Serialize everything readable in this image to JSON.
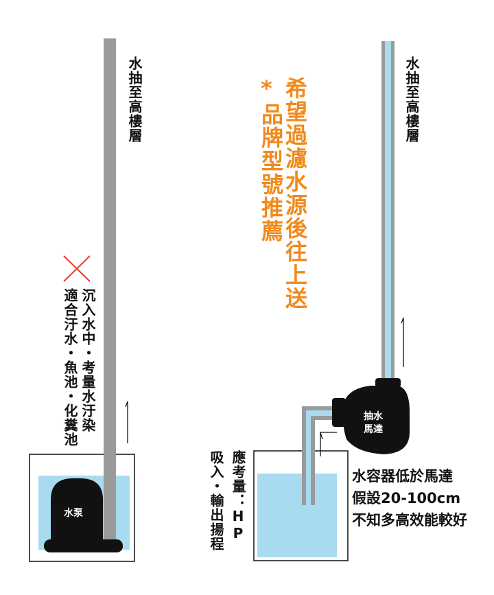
{
  "left": {
    "pipe_label": "水抽至高樓層",
    "pump_label": "水泵",
    "x_mark": "✕",
    "note_col1": "沉入水中・考量水汙染",
    "note_col2": "適合汙水・魚池・化糞池"
  },
  "center": {
    "asterisk": "*",
    "wish_col1": "希望過濾水源後往上送",
    "wish_col2": "品牌型號推薦"
  },
  "right": {
    "pipe_label": "水抽至高樓層",
    "motor_label_1": "抽水",
    "motor_label_2": "馬達",
    "consider_col1": "應考量：HP",
    "consider_col2": "吸入・輸出揚程",
    "note_lines": [
      "水容器低於馬達",
      "假設20-100cm",
      "不知多高效能較好"
    ]
  },
  "colors": {
    "orange": "#f08a1c",
    "water": "#a9dbf0",
    "pipe_gray": "#9a9a9a",
    "red_x": "#e8382f"
  }
}
